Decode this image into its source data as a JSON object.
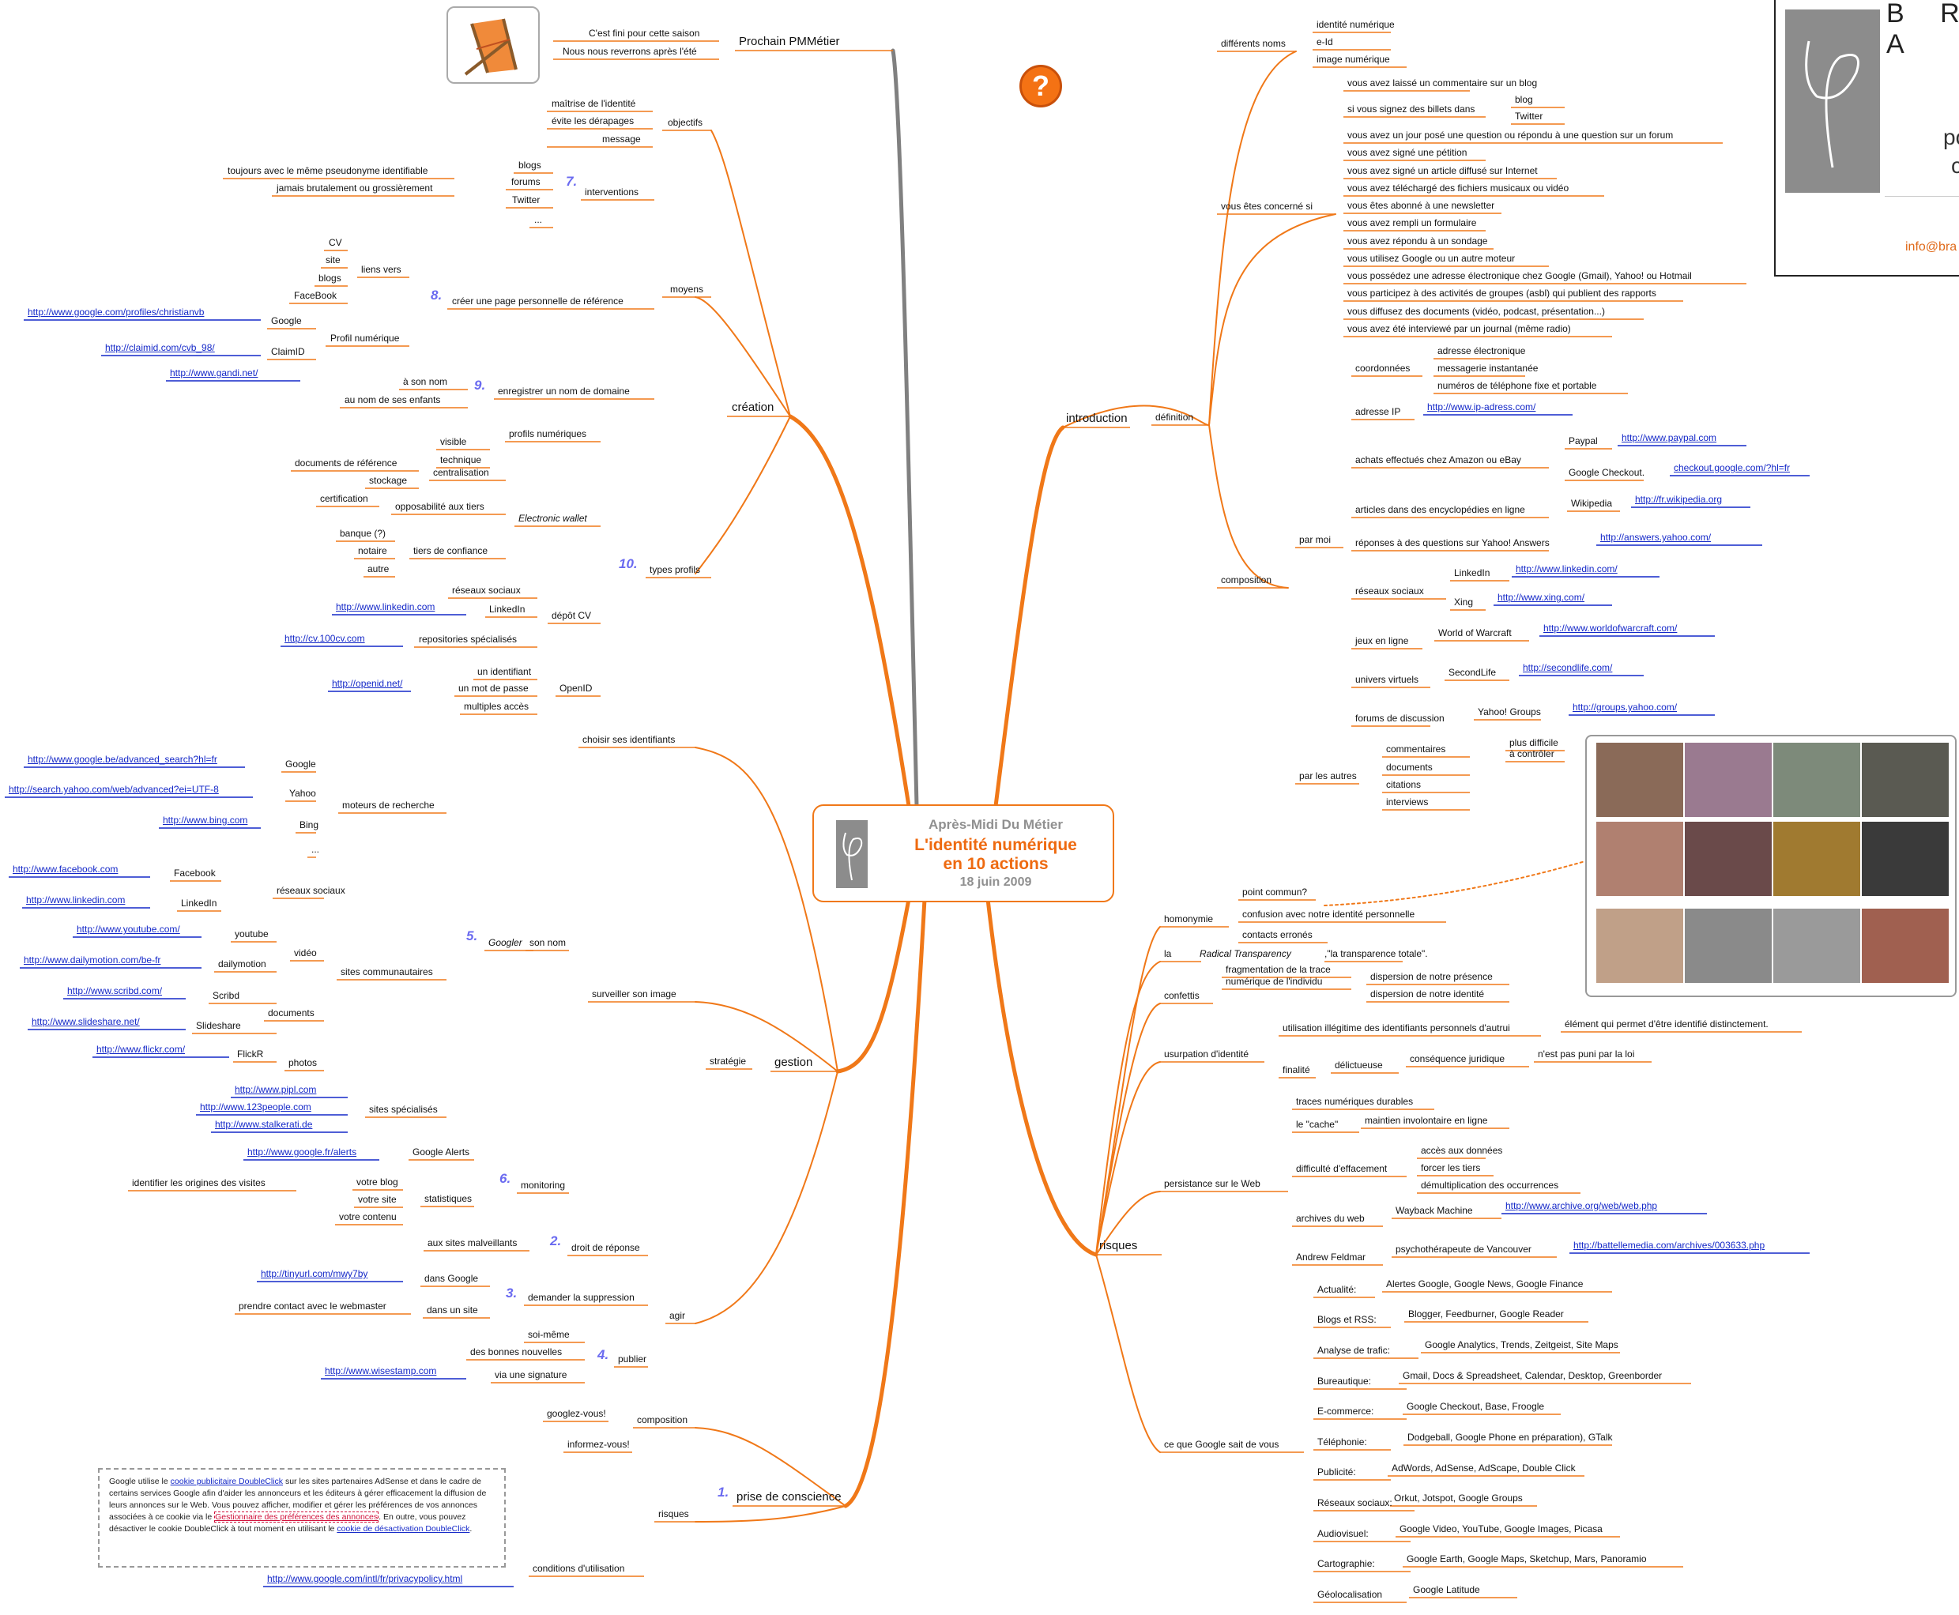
{
  "center": {
    "line1": "Après-Midi Du Métier",
    "line2": "L'identité  numérique",
    "line3": "en 10 actions",
    "date": "18 juin 2009"
  },
  "brand_card": {
    "title": "B R A",
    "line1": "po",
    "line2": "c",
    "email": "info@bra"
  },
  "icon": "question-icon",
  "google_note": {
    "t1": "Google utilise le ",
    "l1": "cookie publicitaire DoubleClick",
    "t2": " sur les sites partenaires AdSense et dans le cadre de certains services Google afin d'aider les annonceurs et les éditeurs à gérer efficacement la diffusion de leurs annonces sur le Web. Vous pouvez afficher, modifier et gérer les préférences de vos annonces associées à ce cookie via le ",
    "l2": "Gestionnaire des préférences des annonces",
    "t3": ". En outre, vous pouvez désactiver le cookie DoubleClick à tout moment en utilisant le ",
    "l3": "cookie de désactivation DoubleClick",
    "t4": "."
  },
  "brand_colors": {
    "branch": "#f07818",
    "gray_branch": "#808080",
    "link": "#1428c8",
    "number": "#6a6af0"
  },
  "labels": [
    "Prochain PMMétier",
    "C'est fini pour cette saison",
    "Nous nous reverrons après l'été",
    "création",
    "objectifs",
    "maîtrise de l'identité",
    "évite les dérapages",
    "message",
    "moyens",
    "7.",
    "interventions",
    "blogs",
    "forums",
    "Twitter",
    "...",
    "toujours avec le même pseudonyme identifiable",
    "jamais brutalement ou grossièrement",
    "8.",
    "créer une page personnelle de référence",
    "liens vers",
    "CV",
    "site",
    "blogs",
    "FaceBook",
    "Profil numérique",
    "Google",
    "ClaimID",
    "http://www.google.com/profiles/christianvb",
    "http://claimid.com/cvb_98/",
    "9.",
    "enregistrer un nom de domaine",
    "à son nom",
    "au nom de ses enfants",
    "http://www.gandi.net/",
    "10.",
    "types profils",
    "profils numériques",
    "visible",
    "technique",
    "Electronic wallet",
    "centralisation",
    "documents de référence",
    "stockage",
    "opposabilité aux tiers",
    "certification",
    "tiers de confiance",
    "banque (?)",
    "notaire",
    "autre",
    "dépôt CV",
    "réseaux sociaux",
    "LinkedIn",
    "http://www.linkedin.com",
    "repositories spécialisés",
    "http://cv.100cv.com",
    "OpenID",
    "un identifiant",
    "un mot de passe",
    "multiples accès",
    "http://openid.net/",
    "gestion",
    "stratégie",
    "choisir ses identifiants",
    "surveiller son image",
    "5.",
    "Googler",
    "son nom",
    "moteurs de recherche",
    "Google",
    "Yahoo",
    "Bing",
    "...",
    "http://www.google.be/advanced_search?hl=fr",
    "http://search.yahoo.com/web/advanced?ei=UTF-8",
    "http://www.bing.com",
    "réseaux sociaux",
    "Facebook",
    "LinkedIn",
    "http://www.facebook.com",
    "http://www.linkedin.com",
    "sites communautaires",
    "vidéo",
    "youtube",
    "dailymotion",
    "http://www.youtube.com/",
    "http://www.dailymotion.com/be-fr",
    "documents",
    "Scribd",
    "Slideshare",
    "http://www.scribd.com/",
    "http://www.slideshare.net/",
    "photos",
    "FlickR",
    "http://www.flickr.com/",
    "sites spécialisés",
    "http://www.pipl.com",
    "http://www.123people.com",
    "http://www.stalkerati.de",
    "6.",
    "monitoring",
    "Google Alerts",
    "http://www.google.fr/alerts",
    "statistiques",
    "votre blog",
    "votre site",
    "votre contenu",
    "identifier les origines des visites",
    "agir",
    "2.",
    "droit de réponse",
    "aux sites malveillants",
    "3.",
    "demander la suppression",
    "dans Google",
    "http://tinyurl.com/mwy7by",
    "dans un site",
    "prendre contact avec le webmaster",
    "4.",
    "publier",
    "soi-même",
    "des bonnes nouvelles",
    "via une signature",
    "http://www.wisestamp.com",
    "1.",
    "prise de conscience",
    "composition",
    "googlez-vous!",
    "risques",
    "informez-vous!",
    "conditions d'utilisation",
    "http://www.google.com/intl/fr/privacypolicy.html",
    "introduction",
    "définition",
    "différents noms",
    "identité numérique",
    "e-Id",
    "image numérique",
    "vous êtes concerné si",
    "vous avez laissé un commentaire sur un blog",
    "si vous signez des billets dans",
    "blog",
    "Twitter",
    "vous avez un jour posé une question ou répondu à une question sur un forum",
    "vous avez signé une pétition",
    "vous avez signé un article diffusé sur Internet",
    "vous avez téléchargé des fichiers musicaux ou vidéo",
    "vous êtes abonné à une newsletter",
    "vous avez rempli un formulaire",
    "vous avez répondu à un sondage",
    "vous utilisez Google ou un autre moteur",
    "vous possédez une adresse électronique chez Google (Gmail), Yahoo! ou Hotmail",
    "vous participez à des activités de groupes (asbl) qui publient des rapports",
    "vous diffusez des documents (vidéo, podcast, présentation...)",
    "vous avez été interviewé par un journal (même radio)",
    "composition",
    "par moi",
    "coordonnées",
    "adresse électronique",
    "messagerie instantanée",
    "numéros de téléphone fixe et portable",
    "adresse IP",
    "http://www.ip-adress.com/",
    "achats effectués chez Amazon ou eBay",
    "Paypal",
    "http://www.paypal.com",
    "Google Checkout.",
    "checkout.google.com/?hl=fr",
    "articles dans des encyclopédies en ligne",
    "Wikipedia",
    "http://fr.wikipedia.org",
    "réponses à des questions sur Yahoo! Answers",
    "http://answers.yahoo.com/",
    "réseaux sociaux",
    "LinkedIn",
    "http://www.linkedin.com/",
    "Xing",
    "http://www.xing.com/",
    "jeux en ligne",
    "World of Warcraft",
    "http://www.worldofwarcraft.com/",
    "univers virtuels",
    "SecondLife",
    "http://secondlife.com/",
    "forums de discussion",
    "Yahoo! Groups",
    "http://groups.yahoo.com/",
    "par les autres",
    "commentaires",
    "documents",
    "citations",
    "interviews",
    "plus difficile",
    "à contrôler",
    "risques",
    "homonymie",
    "point commun?",
    "confusion avec notre identité personnelle",
    "contacts erronés",
    "la ",
    "Radical Transparency",
    " ,\"la transparence totale\".",
    "confettis",
    "fragmentation de la trace",
    "numérique de l'individu",
    "dispersion de notre présence",
    "dispersion de notre identité",
    "usurpation d'identité",
    "utilisation illégitime des identifiants personnels d'autrui",
    "élément qui permet d'être identifié distinctement.",
    "finalité",
    "délictueuse",
    "conséquence juridique",
    "n'est pas puni par la loi",
    "persistance sur le Web",
    "traces numériques durables",
    "le \"cache\"",
    "maintien involontaire en ligne",
    "difficulté d'effacement",
    "accès aux données",
    "forcer les tiers",
    "démultiplication des occurrences",
    "archives du web",
    "Wayback Machine",
    "http://www.archive.org/web/web.php",
    "Andrew Feldmar",
    "psychothérapeute de Vancouver",
    "http://battellemedia.com/archives/003633.php",
    "ce que Google sait de vous",
    "Actualité:",
    "Alertes Google, Google News, Google Finance",
    "Blogs et RSS:",
    "Blogger, Feedburner, Google Reader",
    "Analyse de trafic:",
    "Google Analytics, Trends, Zeitgeist, Site Maps",
    "Bureautique:",
    "Gmail, Docs & Spreadsheet, Calendar, Desktop, Greenborder",
    "E-commerce:",
    "Google Checkout, Base, Froogle",
    "Téléphonie:",
    "Dodgeball, Google Phone en préparation), GTalk",
    "Publicité:",
    "AdWords, AdSense, AdScape, Double Click",
    "Réseaux sociaux:",
    "Orkut, Jotspot, Google Groups",
    "Audiovisuel:",
    "Google Video, YouTube, Google Images, Picasa",
    "Cartographie:",
    "Google Earth, Google Maps, Sketchup, Mars, Panoramio",
    "Géolocalisation",
    "Google Latitude"
  ]
}
